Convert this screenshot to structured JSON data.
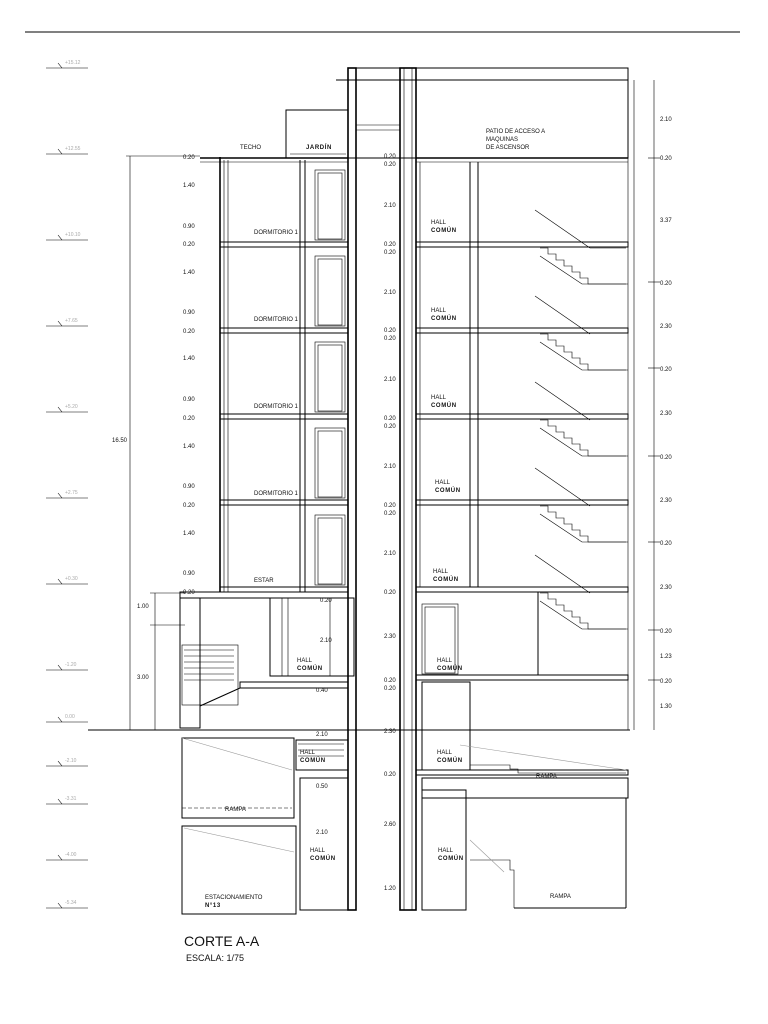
{
  "title": "CORTE A-A",
  "scale": "ESCALA: 1/75",
  "labels": {
    "techo": "TECHO",
    "jardin": "JARDÍN",
    "patio_1": "PATIO DE ACCESO A",
    "patio_2": "MAQUINAS",
    "patio_3": "DE ASCENSOR",
    "dormitorio": "DORMITORIO 1",
    "estar": "ESTAR",
    "hall": "HALL",
    "comun": "COMÚN",
    "rampa": "RAMPA",
    "estacionamiento": "ESTACIONAMIENTO",
    "estacionamiento_num": "N°13"
  },
  "levels": [
    "+15.12",
    "+12.55",
    "+10.10",
    "+7.65",
    "+5.20",
    "+2.75",
    "+0.30",
    "-1.20",
    "0.00",
    "-2.10",
    "-3.31",
    "-4.00",
    "-5.34"
  ],
  "dims": {
    "total_height": "16.50",
    "left_2_10": "2.10",
    "left_1_00": "1.00",
    "left_3_00": "3.00",
    "w020": "0.20",
    "w140": "1.40",
    "w090": "0.90",
    "c210": "2.10",
    "c230": "2.30",
    "c040": "0.40",
    "c050": "0.50",
    "c260": "2.60",
    "c120": "1.20",
    "r210": "2.10",
    "r337": "3.37",
    "r230": "2.30",
    "r123": "1.23",
    "r130": "1.30"
  }
}
